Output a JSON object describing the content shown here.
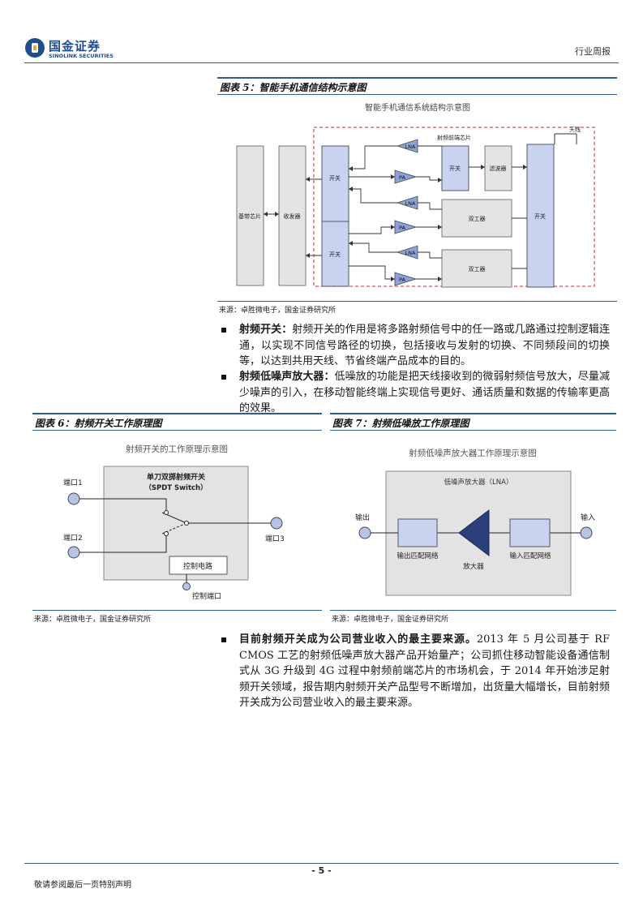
{
  "header": {
    "logo_cn": "国金证券",
    "logo_en": "SINOLINK SECURITIES",
    "report_type": "行业周报"
  },
  "fig5": {
    "title": "图表 5：智能手机通信结构示意图",
    "diagram_title": "智能手机通信系统结构示意图",
    "frontend_label": "射频前端芯片",
    "antenna": "天线",
    "baseband": "基带芯片",
    "transceiver": "收发器",
    "switch": "开关",
    "lna": "LNA",
    "pa": "PA",
    "filter": "滤波器",
    "duplexer": "双工器",
    "source": "来源：卓胜微电子，国金证券研究所"
  },
  "para1": {
    "bold": "射频开关：",
    "text": "射频开关的作用是将多路射频信号中的任一路或几路通过控制逻辑连通，以实现不同信号路径的切换，包括接收与发射的切换、不同频段间的切换等，以达到共用天线、节省终端产品成本的目的。"
  },
  "para2": {
    "bold": "射频低噪声放大器：",
    "text": "低噪放的功能是把天线接收到的微弱射频信号放大，尽量减少噪声的引入，在移动智能终端上实现信号更好、通话质量和数据的传输率更高的效果。"
  },
  "fig6": {
    "title": "图表 6：射频开关工作原理图",
    "diagram_title": "射频开关的工作原理示意图",
    "box_title1": "单刀双掷射频开关",
    "box_title2": "（SPDT Switch）",
    "port1": "端口1",
    "port2": "端口2",
    "port3": "端口3",
    "control_circuit": "控制电路",
    "control_port": "控制端口",
    "source": "来源：卓胜微电子，国金证券研究所"
  },
  "fig7": {
    "title": "图表 7：射频低噪放工作原理图",
    "diagram_title": "射频低噪声放大器工作原理示意图",
    "box_title": "低噪声放大器（LNA）",
    "output": "输出",
    "input": "输入",
    "output_match": "输出匹配网络",
    "amplifier": "放大器",
    "input_match": "输入匹配网络",
    "source": "来源：卓胜微电子，国金证券研究所"
  },
  "para3": {
    "bold": "目前射频开关成为公司营业收入的最主要来源。",
    "text": "2013 年 5 月公司基于 RF CMOS 工艺的射频低噪声放大器产品开始量产；公司抓住移动智能设备通信制式从 3G 升级到 4G 过程中射频前端芯片的市场机会，于 2014 年开始涉足射频开关领域，报告期内射频开关产品型号不断增加，出货量大幅增长，目前射频开关成为公司营业收入的最主要来源。"
  },
  "footer": {
    "page": "- 5 -",
    "disclaimer": "敬请参阅最后一页特别声明"
  }
}
